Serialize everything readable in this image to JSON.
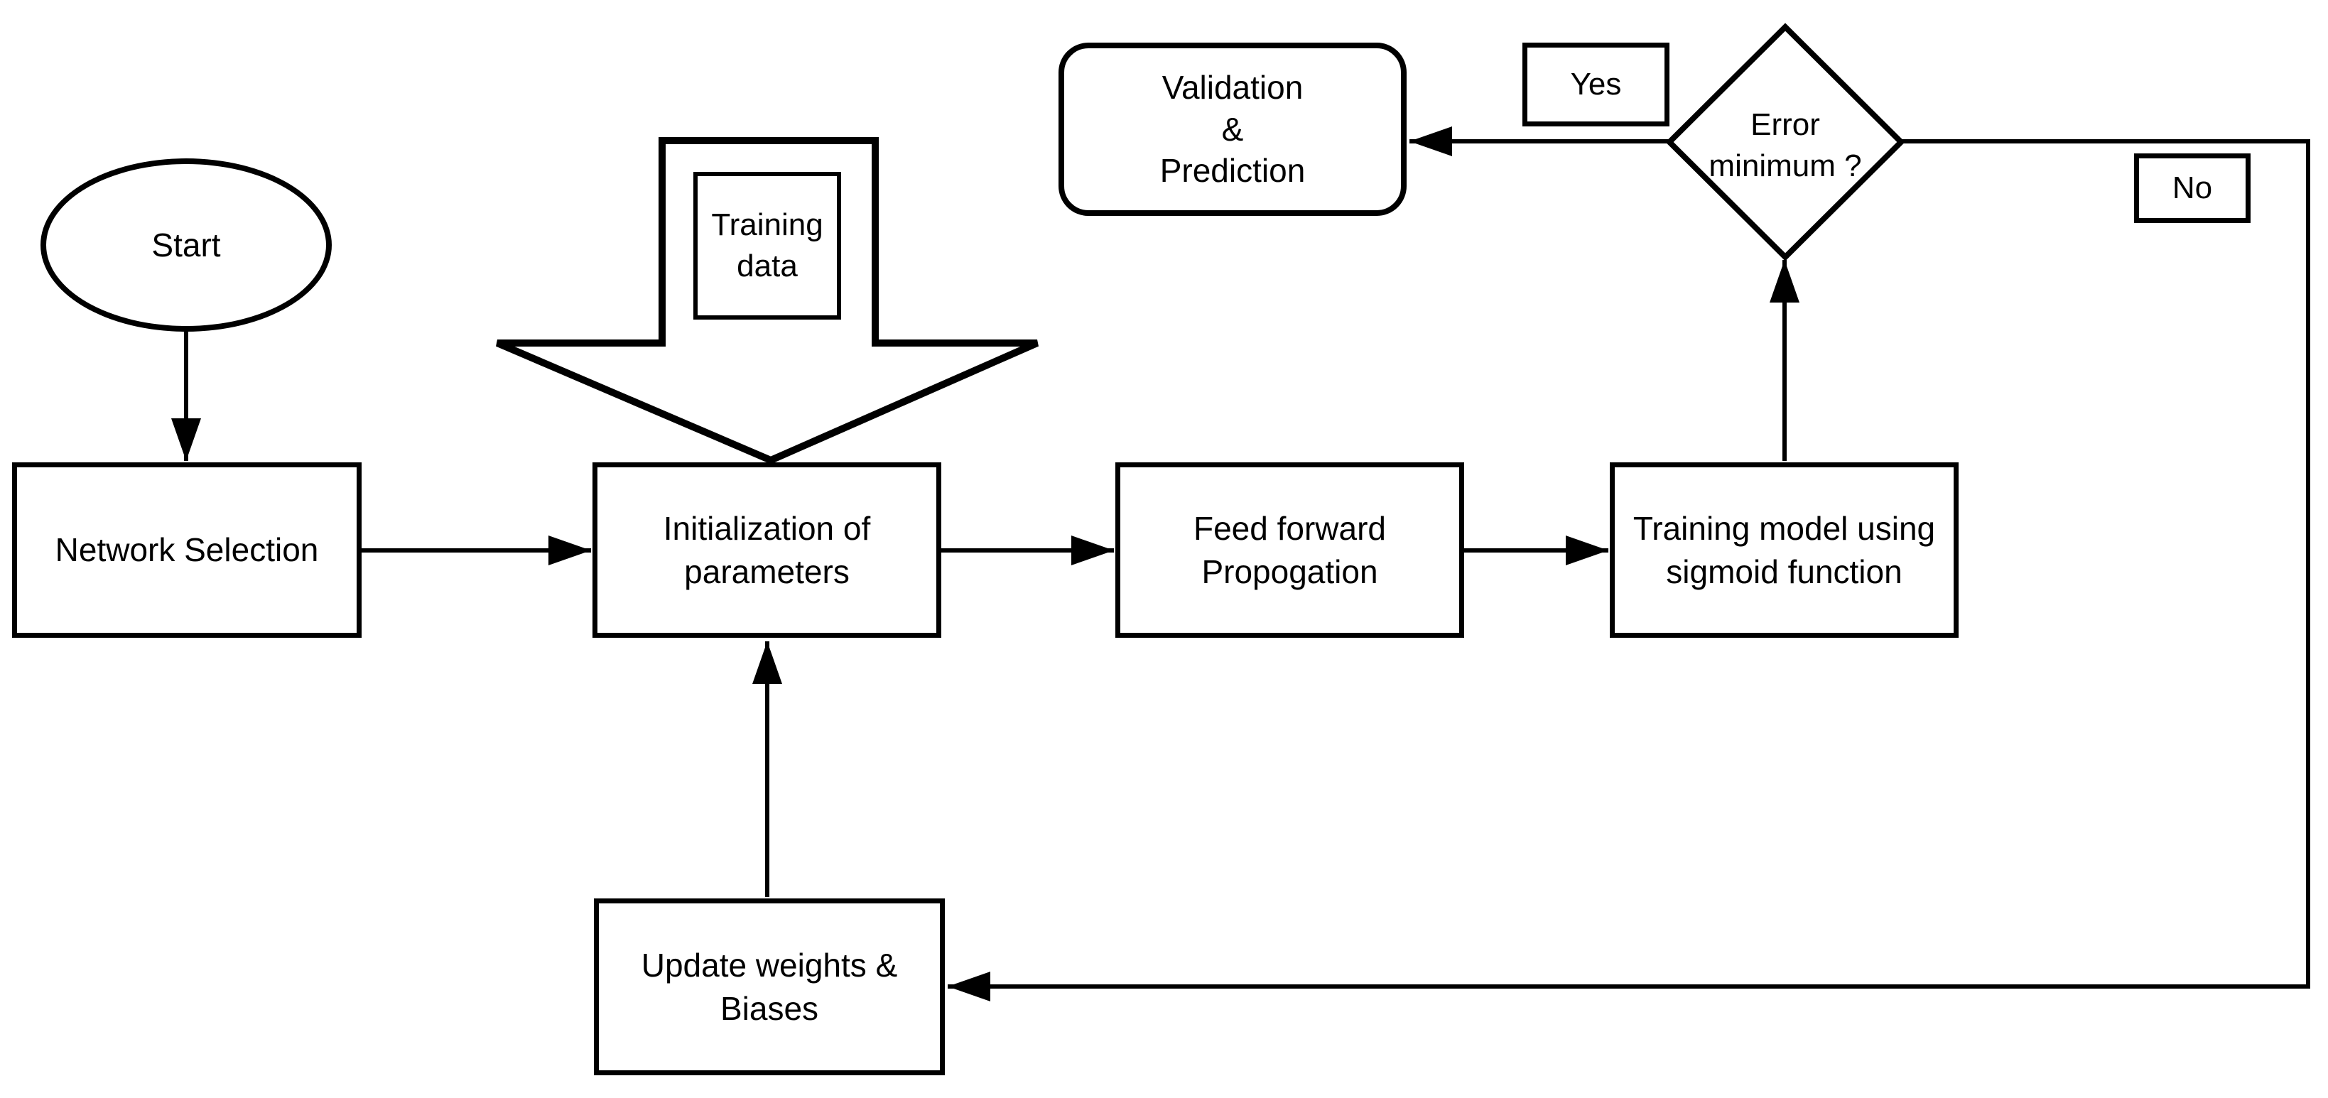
{
  "colors": {
    "stroke": "#000000",
    "background": "#ffffff",
    "text": "#000000"
  },
  "nodes": {
    "start": {
      "type": "terminator-ellipse",
      "label": "Start"
    },
    "training_data": {
      "type": "input-block-arrow",
      "lines": [
        "Training",
        "data"
      ]
    },
    "network_selection": {
      "type": "process",
      "lines": [
        "Network Selection"
      ]
    },
    "initialization": {
      "type": "process",
      "lines": [
        "Initialization of",
        "parameters"
      ]
    },
    "feed_forward": {
      "type": "process",
      "lines": [
        "Feed forward",
        "Propogation"
      ]
    },
    "training_model": {
      "type": "process",
      "lines": [
        "Training model using",
        "sigmoid function"
      ]
    },
    "error_minimum": {
      "type": "decision",
      "lines": [
        "Error",
        "minimum ?"
      ]
    },
    "validation": {
      "type": "terminator-rounded",
      "lines": [
        "Validation",
        "&",
        "Prediction"
      ]
    },
    "update_weights": {
      "type": "process",
      "lines": [
        "Update weights &",
        "Biases"
      ]
    }
  },
  "edge_labels": {
    "yes": "Yes",
    "no": "No"
  }
}
